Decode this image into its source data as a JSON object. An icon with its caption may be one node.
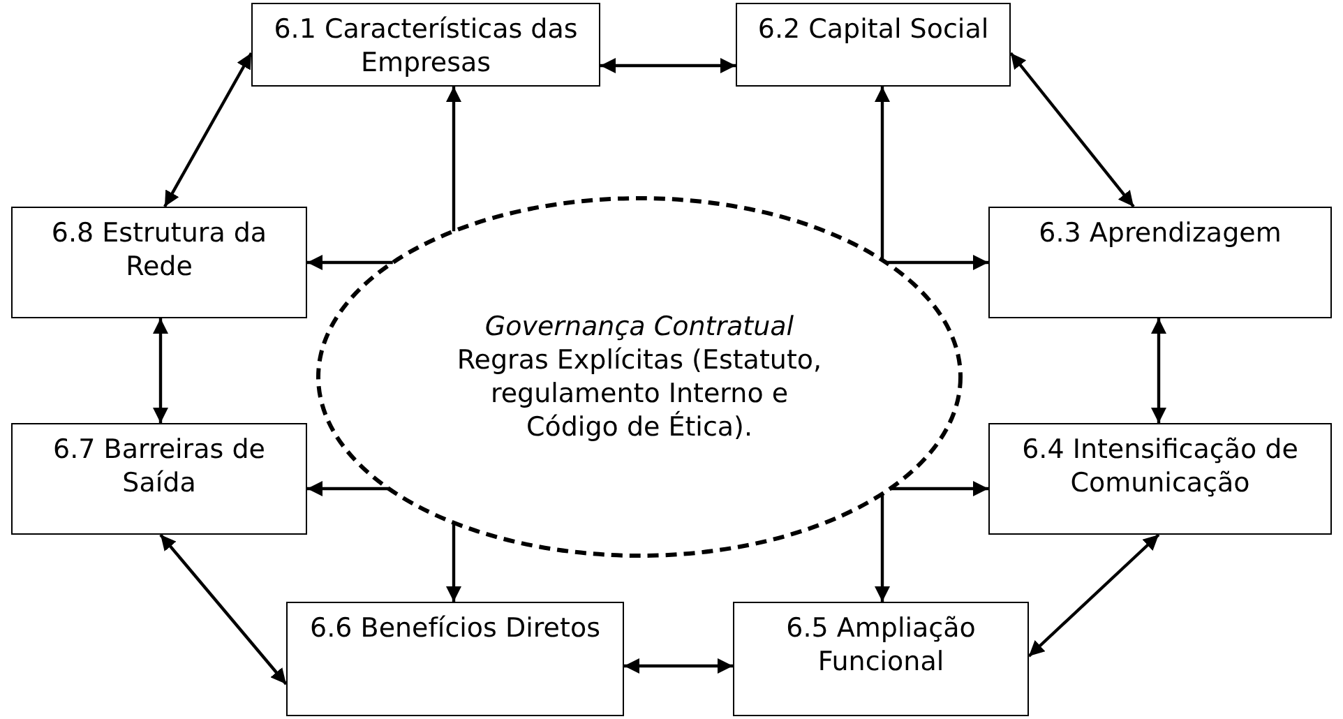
{
  "diagram": {
    "nodes": [
      {
        "text": [
          "Governança Contratual",
          "Regras Explícitas (Estatuto, regulamento Interno e Código de Ética)."
        ]
      },
      {
        "text": [
          "6.1 Características das Empresas"
        ]
      },
      {
        "text": [
          "6.2 Capital Social"
        ]
      },
      {
        "text": [
          "6.3 Aprendizagem"
        ]
      },
      {
        "text": [
          "6.4 Intensificação de Comunicação"
        ]
      },
      {
        "text": [
          "6.5 Ampliação Funcional"
        ]
      },
      {
        "text": [
          "6.6 Benefícios Diretos"
        ]
      },
      {
        "text": [
          "6.7 Barreiras de Saída"
        ]
      },
      {
        "text": [
          "6.8 Estrutura da Rede"
        ]
      }
    ],
    "edges": [
      {
        "from": 0,
        "to": 1,
        "arrow": "to"
      },
      {
        "from": 0,
        "to": 2,
        "arrow": "to"
      },
      {
        "from": 0,
        "to": 3,
        "arrow": "to"
      },
      {
        "from": 0,
        "to": 4,
        "arrow": "to"
      },
      {
        "from": 0,
        "to": 5,
        "arrow": "to"
      },
      {
        "from": 0,
        "to": 6,
        "arrow": "to"
      },
      {
        "from": 0,
        "to": 7,
        "arrow": "to"
      },
      {
        "from": 0,
        "to": 8,
        "arrow": "to"
      },
      {
        "from": 1,
        "to": 2,
        "arrow": "both"
      },
      {
        "from": 2,
        "to": 3,
        "arrow": "both"
      },
      {
        "from": 3,
        "to": 4,
        "arrow": "both"
      },
      {
        "from": 4,
        "to": 5,
        "arrow": "both"
      },
      {
        "from": 5,
        "to": 6,
        "arrow": "both"
      },
      {
        "from": 6,
        "to": 7,
        "arrow": "both"
      },
      {
        "from": 7,
        "to": 8,
        "arrow": "both"
      },
      {
        "from": 8,
        "to": 1,
        "arrow": "both"
      }
    ]
  }
}
